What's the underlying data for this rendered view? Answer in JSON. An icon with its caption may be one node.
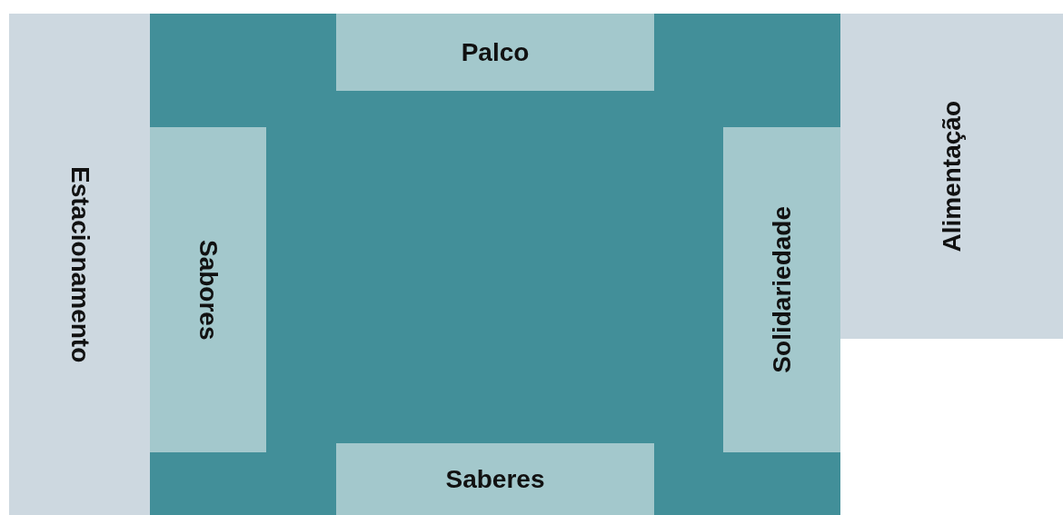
{
  "diagram": {
    "nodes": [
      {
        "text": [
          "Estacionamento"
        ]
      },
      {
        "text": [],
        "shape": "box"
      },
      {
        "text": [
          "Palco"
        ],
        "in": 1
      },
      {
        "text": [
          "Sabores"
        ],
        "in": 1
      },
      {
        "text": [
          "Solidariedade"
        ],
        "in": 1
      },
      {
        "text": [
          "Saberes"
        ],
        "in": 1
      },
      {
        "text": [
          "Alimentação"
        ]
      }
    ]
  }
}
